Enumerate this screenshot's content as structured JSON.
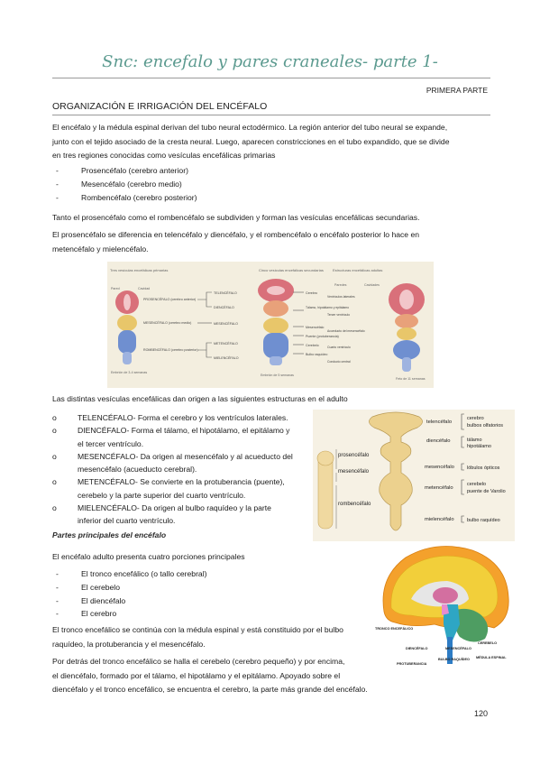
{
  "header": {
    "title": "Snc: encefalo y pares craneales- parte 1-",
    "part_label": "PRIMERA PARTE"
  },
  "section_title": "ORGANIZACIÓN E IRRIGACIÓN DEL ENCÉFALO",
  "intro": {
    "line1": "El encéfalo y la médula espinal derivan del tubo neural ectodérmico. La región anterior del tubo neural se expande,",
    "line2": "junto con el tejido asociado de la cresta neural. Luego, aparecen constricciones en el tubo expandido, que se divide",
    "line3": "en tres regiones conocidas como vesículas encefálicas primarias"
  },
  "primary_vesicles": [
    "Prosencéfalo (cerebro anterior)",
    "Mesencéfalo (cerebro medio)",
    "Rombencéfalo (cerebro posterior)"
  ],
  "para_secondary": "Tanto el prosencéfalo como el rombencéfalo se subdividen y forman las vesículas encefálicas secundarias.",
  "para_division": {
    "line1": "El prosencéfalo se diferencia en telencéfalo y diencéfalo, y el rombencéfalo o encéfalo posterior lo hace en",
    "line2": "metencéfalo y mielencéfalo."
  },
  "figure1": {
    "labels": [
      "Tres vesículas encefálicas primarias",
      "Pared",
      "Cavidad",
      "PROSENCÉFALO (cerebro anterior)",
      "MESENCÉFALO (cerebro medio)",
      "ROMBENCÉFALO (cerebro posterior)",
      "Embrión de 3-4 semanas",
      "TELENCÉFALO",
      "DIENCÉFALO",
      "MESENCÉFALO",
      "METENCÉFALO",
      "MIELENCÉFALO",
      "Cinco vesículas encefálicas secundarias",
      "Embrión de 5 semanas",
      "Cerebro",
      "Tálamo, hipotálamo y epitálamo",
      "Mesencéfalo",
      "Puente (protuberancia)",
      "Cerebelo",
      "Bulbo raquídeo",
      "Estructuras encefálicas adultas",
      "Paredes",
      "Cavidades",
      "Ventrículos laterales",
      "Tercer ventrículo",
      "Acueducto del mesencéfalo",
      "Cuarto ventrículo",
      "Conducto central",
      "Feto de 11 semanas"
    ]
  },
  "adult_intro": "Las distintas vesículas encefálicas dan origen a las siguientes estructuras en el adulto",
  "adult_list": [
    [
      "TELENCÉFALO- Forma el cerebro y los ventrículos laterales."
    ],
    [
      "DIENCÉFALO- Forma el tálamo, el hipotálamo, el epitálamo y",
      "el tercer ventrículo."
    ],
    [
      "MESENCÉFALO- Da origen al mesencéfalo y al acueducto del",
      "mesencéfalo (acueducto cerebral)."
    ],
    [
      "METENCÉFALO- Se convierte en la protuberancia (puente),",
      "cerebelo y la parte superior del cuarto ventrículo."
    ],
    [
      "MIELENCÉFALO- Da origen al bulbo raquídeo y la parte",
      "inferior del cuarto ventrículo."
    ]
  ],
  "figure2": {
    "left_labels": [
      "prosencéfalo",
      "mesencéfalo",
      "rombencéfalo"
    ],
    "mid_labels": [
      "telencéfalo",
      "diencéfalo",
      "mesencéfalo",
      "metencéfalo",
      "mielencéfalo"
    ],
    "right_labels": [
      "cerebro",
      "bulbos olfatorios",
      "tálamo",
      "hipotálamo",
      "lóbulos ópticos",
      "cerebelo",
      "puente de Varolio",
      "bulbo raquídeo"
    ]
  },
  "subheading": "Partes principales del encéfalo",
  "parts_intro": "El encéfalo adulto presenta cuatro porciones principales",
  "parts": [
    "El tronco encefálico (o tallo cerebral)",
    "El cerebelo",
    "El diencéfalo",
    "El cerebro"
  ],
  "figure3": {
    "labels": [
      "TRONCO ENCEFÁLICO",
      "DIENCÉFALO",
      "PROTUBERANCIA",
      "BULBO RAQUÍDEO",
      "MESENCÉFALO",
      "CEREBELO",
      "MÉDULA ESPINAL"
    ]
  },
  "para_tronco": {
    "line1": "El tronco encefálico se continúa con la médula espinal y está constituido por el bulbo",
    "line2": "raquídeo, la protuberancia y el mesencéfalo."
  },
  "para_cerebelo": {
    "line1": "Por detrás del tronco encefálico se halla el cerebelo (cerebro pequeño) y por encima,",
    "line2": "el diencéfalo, formado por el tálamo, el hipotálamo y el epitálamo. Apoyado sobre el",
    "line3": "diencéfalo y el tronco encefálico, se encuentra el cerebro, la parte más grande del encéfalo."
  },
  "page_number": "120",
  "colors": {
    "title": "#5b9a8f",
    "vesicle_red": "#d9707a",
    "vesicle_yellow": "#e8c66a",
    "vesicle_blue": "#6f8fd0",
    "figure_bg": "#f3eedf"
  }
}
